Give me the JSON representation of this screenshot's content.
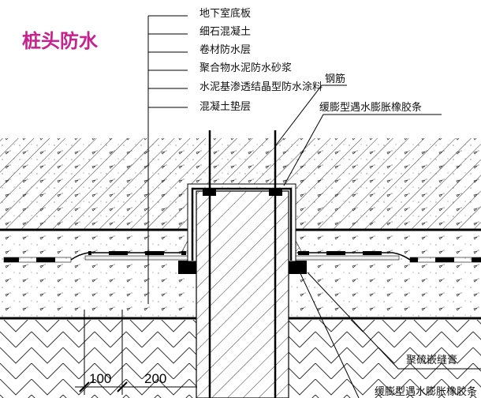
{
  "title": "桩头防水",
  "title_color": "#c8208c",
  "layer_labels": [
    "地下室底板",
    "细石混凝土",
    "卷材防水层",
    "聚合物水泥防水砂浆",
    "水泥基渗透结晶型防水涂料",
    "混凝土垫层"
  ],
  "callouts": {
    "rebar": "钢筋",
    "swell_strip_top": "缓膨型遇水膨胀橡胶条",
    "sealant": "聚硫嵌缝膏",
    "swell_strip_bottom": "缓膨型遇水膨胀橡胶条"
  },
  "dimensions": [
    "100",
    "200"
  ]
}
